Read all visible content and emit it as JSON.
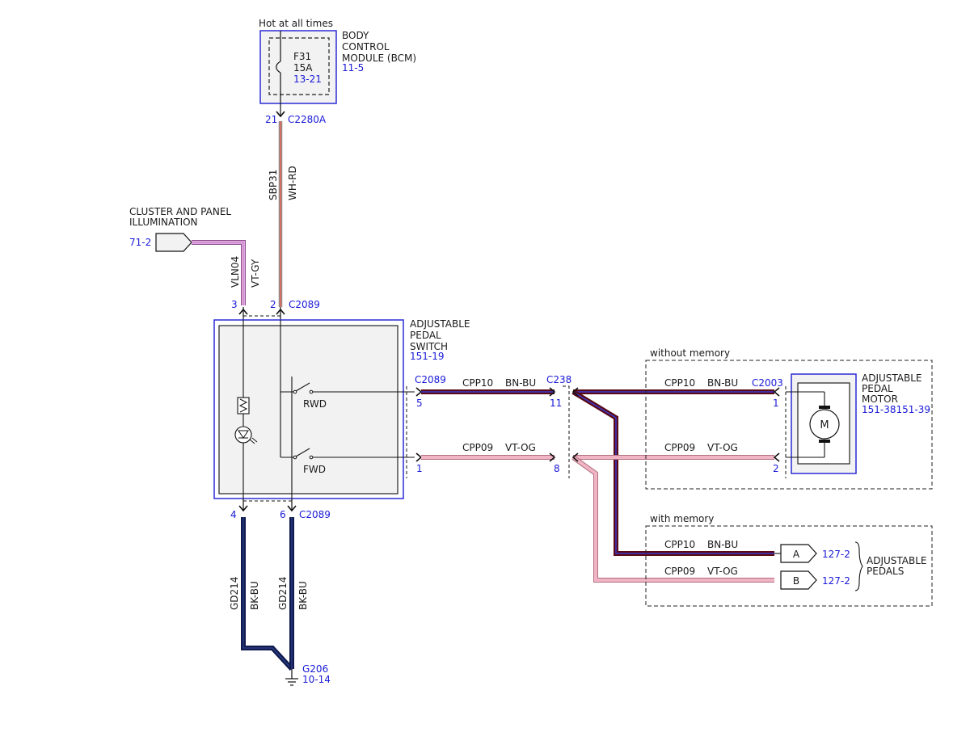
{
  "colors": {
    "module_border": "#2b2bd6",
    "module_fill": "#f2f2f2",
    "reference_text": "#1a1ad8",
    "wire_pink": "#e8a3b8",
    "wire_violet": "#cf86cf",
    "wire_dark_red": "#6e0d1c",
    "wire_blue_stripe": "#3a3ad0",
    "wire_dark_navy": "#0f1a4e"
  },
  "bcm": {
    "hot_label": "Hot at all times",
    "title_lines": [
      "BODY",
      "CONTROL",
      "MODULE (BCM)"
    ],
    "ref": "11-5",
    "fuse_name": "F31",
    "fuse_rating": "15A",
    "fuse_ref": "13-21",
    "pin": "21",
    "connector": "C2280A"
  },
  "power_wire": {
    "circuit": "SBP31",
    "color": "WH-RD"
  },
  "illumination": {
    "title_lines": [
      "CLUSTER AND PANEL",
      "ILLUMINATION"
    ],
    "ref": "71-2",
    "circuit": "VLN04",
    "color": "VT-GY"
  },
  "switch": {
    "title_lines": [
      "ADJUSTABLE",
      "PEDAL",
      "SWITCH"
    ],
    "ref": "151-19",
    "top_connector": "C2089",
    "top_pin_left": "3",
    "top_pin_right": "2",
    "bottom_connector": "C2089",
    "bottom_pin_left": "4",
    "bottom_pin_right": "6",
    "rwd_label": "RWD",
    "fwd_label": "FWD",
    "right_connector": "C2089",
    "pin_rwd": "5",
    "pin_fwd": "1"
  },
  "inline_connector": {
    "name": "C238",
    "pin_top": "11",
    "pin_bottom": "8"
  },
  "wires": {
    "cpp10_circuit": "CPP10",
    "cpp10_color": "BN-BU",
    "cpp09_circuit": "CPP09",
    "cpp09_color": "VT-OG"
  },
  "without_memory": {
    "label": "without memory",
    "motor_connector": "C2003",
    "motor_pin_top": "1",
    "motor_pin_bottom": "2",
    "motor_title_lines": [
      "ADJUSTABLE",
      "PEDAL",
      "MOTOR"
    ],
    "motor_ref": "151-38151-39",
    "motor_symbol": "M"
  },
  "with_memory": {
    "label": "with memory",
    "connector_a": "A",
    "connector_b": "B",
    "ref_a": "127-2",
    "ref_b": "127-2",
    "dest_lines": [
      "ADJUSTABLE",
      "PEDALS"
    ]
  },
  "ground": {
    "circuit": "GD214",
    "color": "BK-BU",
    "name": "G206",
    "ref": "10-14"
  }
}
